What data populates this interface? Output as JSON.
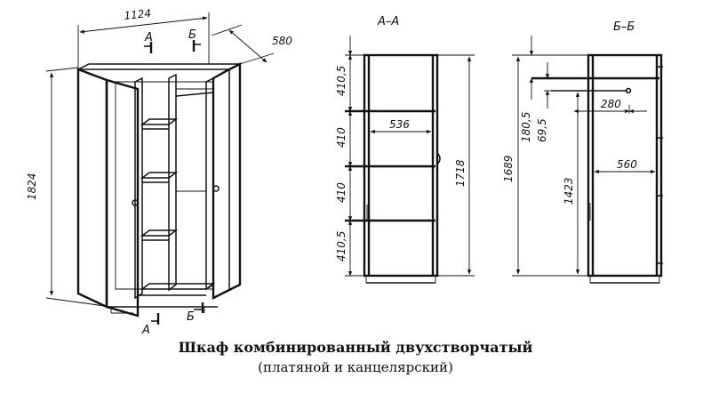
{
  "iso": {
    "width": "1124",
    "depth": "580",
    "height": "1824",
    "cut_a_top": "A",
    "cut_b_top": "Б",
    "cut_a_bottom": "A",
    "cut_b_bottom": "Б"
  },
  "section_aa": {
    "label": "А–А",
    "dim_top": "410,5",
    "dim_2": "410",
    "dim_3": "410",
    "dim_bottom": "410,5",
    "inner_width": "536",
    "total_height": "1718"
  },
  "section_bb": {
    "label": "Б–Б",
    "dim_total": "1689",
    "dim_180": "180,5",
    "dim_69": "69,5",
    "dim_280": "280",
    "dim_1423": "1423",
    "dim_560": "560"
  },
  "caption": {
    "title": "Шкаф комбинированный двухстворчатый",
    "subtitle": "(платяной и канцелярский)"
  }
}
